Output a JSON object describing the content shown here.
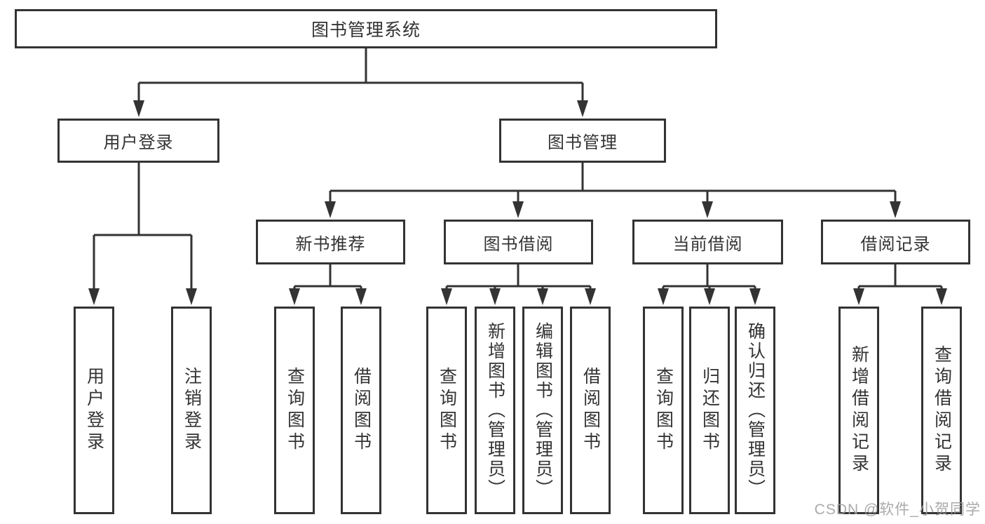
{
  "tree": {
    "label": "图书管理系统",
    "children": [
      {
        "label": "用户登录",
        "children": [
          {
            "label": "用户登录"
          },
          {
            "label": "注销登录"
          }
        ]
      },
      {
        "label": "图书管理",
        "children": [
          {
            "label": "新书推荐",
            "children": [
              {
                "label": "查询图书"
              },
              {
                "label": "借阅图书"
              }
            ]
          },
          {
            "label": "图书借阅",
            "children": [
              {
                "label": "查询图书"
              },
              {
                "label": "新增图书（管理员）"
              },
              {
                "label": "编辑图书（管理员）"
              },
              {
                "label": "借阅图书"
              }
            ]
          },
          {
            "label": "当前借阅",
            "children": [
              {
                "label": "查询图书"
              },
              {
                "label": "归还图书"
              },
              {
                "label": "确认归还（管理员）"
              }
            ]
          },
          {
            "label": "借阅记录",
            "children": [
              {
                "label": "新增借阅记录"
              },
              {
                "label": "查询借阅记录"
              }
            ]
          }
        ]
      }
    ]
  },
  "watermark": {
    "text": "CSDN @软件_小贺同学"
  },
  "colors": {
    "line": "#333333",
    "box_border": "#333333",
    "box_background": "#ffffff",
    "text": "#333333",
    "watermark": "#9e9e9e"
  }
}
